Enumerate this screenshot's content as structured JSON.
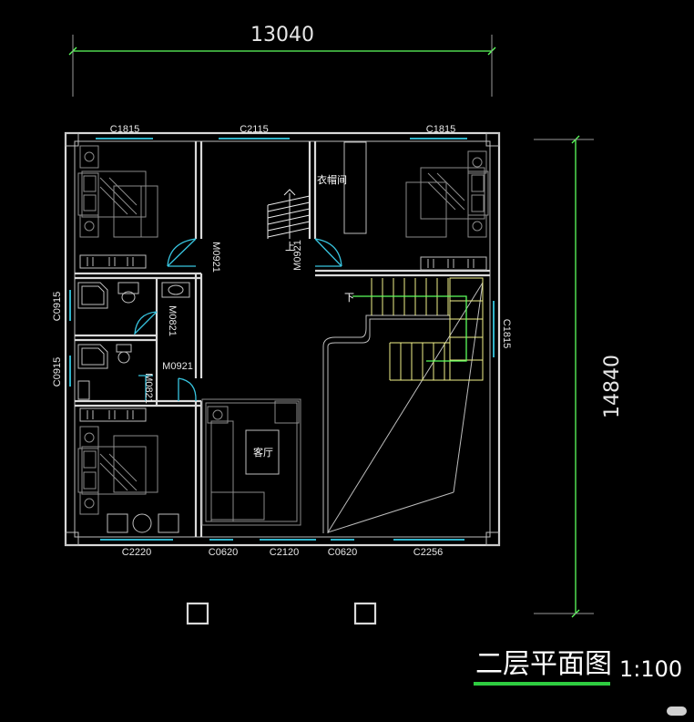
{
  "dimensions": {
    "width_total": "13040",
    "height_total": "14840"
  },
  "windows": {
    "top_left": "C1815",
    "top_center": "C2115",
    "top_right": "C1815",
    "right": "C1815",
    "left_upper": "C0915",
    "left_lower": "C0915",
    "bottom_1": "C2220",
    "bottom_2": "C0620",
    "bottom_3": "C2120",
    "bottom_4": "C0620",
    "bottom_5": "C2256"
  },
  "doors": {
    "d1": "M0921",
    "d2": "M0921",
    "d3": "M0821",
    "d4": "M0921",
    "d5": "M0821"
  },
  "rooms": {
    "cloakroom": "衣帽间",
    "living_room": "客厅"
  },
  "stairs": {
    "up": "上",
    "down": "下"
  },
  "title": "二层平面图",
  "scale": "1:100",
  "colors": {
    "dimension_line": "#5cff5c",
    "window": "#2fb3c9",
    "stair": "#f2f28a",
    "underline": "#2ecc40"
  }
}
